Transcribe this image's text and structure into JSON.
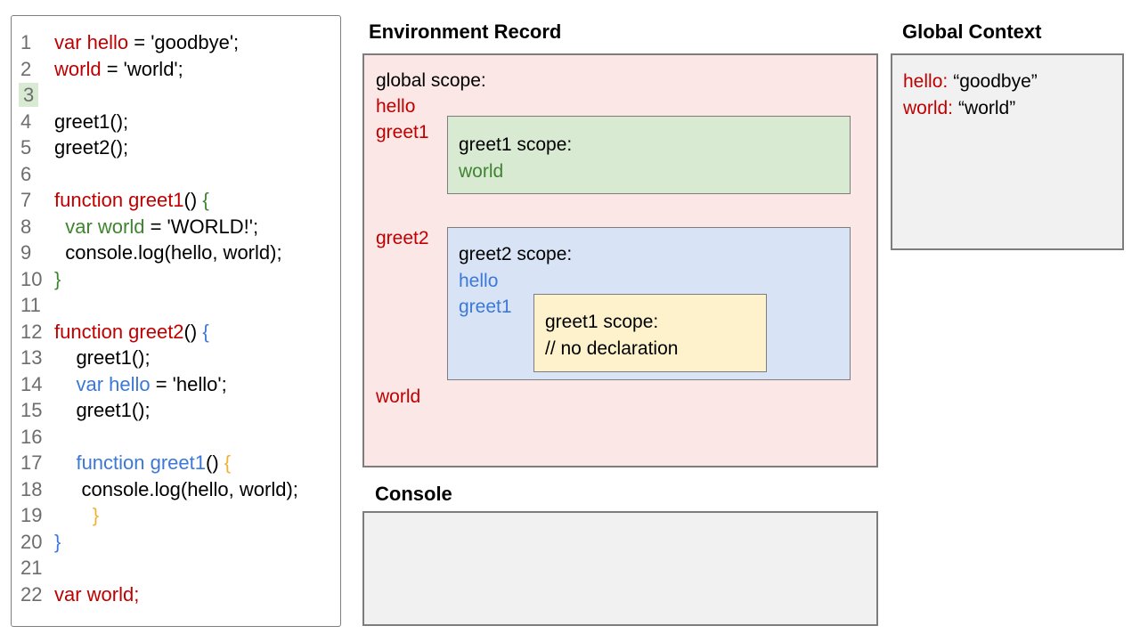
{
  "colors": {
    "red": "#c00000",
    "green": "#3f8430",
    "blue": "#3c78d8",
    "gold": "#f0b232",
    "black": "#000000",
    "line_number": "#6d6d6d",
    "highlight_bg": "#d9ead3",
    "pink_bg": "#fbe7e6",
    "green_bg": "#d9ead3",
    "blue_bg": "#d8e4f6",
    "yellow_bg": "#fdf2cc",
    "gray_bg": "#f1f1f1"
  },
  "code_panel": {
    "lines": [
      {
        "n": "1",
        "segments": [
          {
            "text": "var hello",
            "color": "red"
          },
          {
            "text": " = 'goodbye';",
            "color": "black"
          }
        ]
      },
      {
        "n": "2",
        "segments": [
          {
            "text": "world",
            "color": "red"
          },
          {
            "text": " = 'world';",
            "color": "black"
          }
        ]
      },
      {
        "n": "3",
        "segments": [],
        "highlight": true
      },
      {
        "n": "4",
        "segments": [
          {
            "text": "greet1();",
            "color": "black"
          }
        ]
      },
      {
        "n": "5",
        "segments": [
          {
            "text": "greet2();",
            "color": "black"
          }
        ]
      },
      {
        "n": "6",
        "segments": []
      },
      {
        "n": "7",
        "segments": [
          {
            "text": "function greet1",
            "color": "red"
          },
          {
            "text": "() ",
            "color": "black"
          },
          {
            "text": "{",
            "color": "green"
          }
        ]
      },
      {
        "n": "8",
        "segments": [
          {
            "text": "  ",
            "color": "black"
          },
          {
            "text": "var world",
            "color": "green"
          },
          {
            "text": " = 'WORLD!';",
            "color": "black"
          }
        ]
      },
      {
        "n": "9",
        "segments": [
          {
            "text": "  console.log(hello, world);",
            "color": "black"
          }
        ]
      },
      {
        "n": "10",
        "segments": [
          {
            "text": "}",
            "color": "green"
          }
        ]
      },
      {
        "n": "11",
        "segments": []
      },
      {
        "n": "12",
        "segments": [
          {
            "text": "function greet2",
            "color": "red"
          },
          {
            "text": "() ",
            "color": "black"
          },
          {
            "text": "{",
            "color": "blue"
          }
        ]
      },
      {
        "n": "13",
        "segments": [
          {
            "text": "    greet1();",
            "color": "black"
          }
        ]
      },
      {
        "n": "14",
        "segments": [
          {
            "text": "    ",
            "color": "black"
          },
          {
            "text": "var hello",
            "color": "blue"
          },
          {
            "text": " = 'hello';",
            "color": "black"
          }
        ]
      },
      {
        "n": "15",
        "segments": [
          {
            "text": "    greet1();",
            "color": "black"
          }
        ]
      },
      {
        "n": "16",
        "segments": []
      },
      {
        "n": "17",
        "segments": [
          {
            "text": "    ",
            "color": "black"
          },
          {
            "text": "function greet1",
            "color": "blue"
          },
          {
            "text": "() ",
            "color": "black"
          },
          {
            "text": "{",
            "color": "gold"
          }
        ]
      },
      {
        "n": "18",
        "segments": [
          {
            "text": "     console.log(hello, world);",
            "color": "black"
          }
        ]
      },
      {
        "n": "19",
        "segments": [
          {
            "text": "       ",
            "color": "black"
          },
          {
            "text": "}",
            "color": "gold"
          }
        ]
      },
      {
        "n": "20",
        "segments": [
          {
            "text": "}",
            "color": "blue"
          }
        ]
      },
      {
        "n": "21",
        "segments": []
      },
      {
        "n": "22",
        "segments": [
          {
            "text": "var world;",
            "color": "red"
          }
        ]
      }
    ]
  },
  "environment_record": {
    "title": "Environment Record",
    "global_scope": {
      "label": "global scope:",
      "vars": [
        {
          "text": "hello",
          "color": "red"
        },
        {
          "text": "greet1",
          "color": "red"
        },
        {
          "text": "greet2",
          "color": "red"
        },
        {
          "text": "world",
          "color": "red"
        }
      ]
    },
    "greet1_scope": {
      "label": "greet1 scope:",
      "vars": [
        {
          "text": "world",
          "color": "green"
        }
      ]
    },
    "greet2_scope": {
      "label": "greet2 scope:",
      "vars": [
        {
          "text": "hello",
          "color": "blue"
        },
        {
          "text": "greet1",
          "color": "blue"
        }
      ]
    },
    "inner_greet1_scope": {
      "label": "greet1 scope:",
      "comment": "// no declaration"
    }
  },
  "global_context": {
    "title": "Global Context",
    "entries": [
      {
        "label": "hello:",
        "value": "“goodbye”"
      },
      {
        "label": "world:",
        "value": "“world”"
      }
    ]
  },
  "console": {
    "title": "Console"
  }
}
